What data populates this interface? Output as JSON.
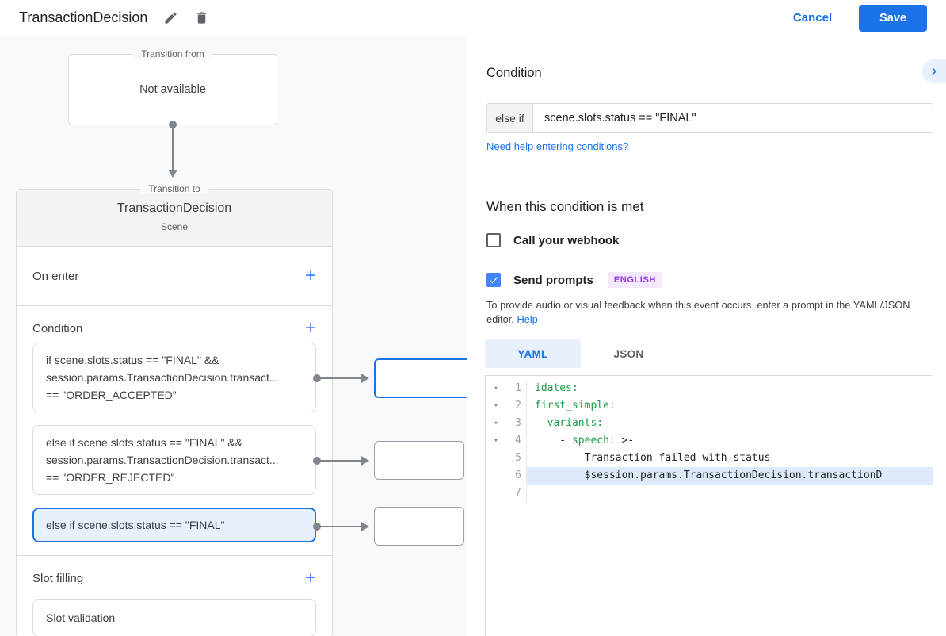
{
  "icons": {
    "add": "+",
    "fold": "▾"
  },
  "header": {
    "title": "TransactionDecision",
    "cancel": "Cancel",
    "save": "Save"
  },
  "canvas": {
    "transition_from": {
      "legend": "Transition from",
      "value": "Not available"
    },
    "scene": {
      "legend": "Transition to",
      "title": "TransactionDecision",
      "type_label": "Scene",
      "on_enter_label": "On enter",
      "condition_label": "Condition",
      "slot_filling_label": "Slot filling",
      "slot_card": "Slot validation",
      "conditions": [
        {
          "text": "if scene.slots.status == \"FINAL\" &&\nsession.params.TransactionDecision.transact...\n== \"ORDER_ACCEPTED\"",
          "selected": false
        },
        {
          "text": "else if scene.slots.status == \"FINAL\" &&\nsession.params.TransactionDecision.transact...\n== \"ORDER_REJECTED\"",
          "selected": false
        },
        {
          "text": "else if scene.slots.status == \"FINAL\"",
          "selected": true
        }
      ]
    }
  },
  "panel": {
    "condition_title": "Condition",
    "else_if_label": "else if",
    "condition_value": "scene.slots.status == \"FINAL\"",
    "help_link": "Need help entering conditions?",
    "when_met_title": "When this condition is met",
    "webhook": {
      "label": "Call your webhook",
      "checked": false
    },
    "prompts": {
      "label": "Send prompts",
      "checked": true,
      "badge": "ENGLISH"
    },
    "feedback_text": "To provide audio or visual feedback when this event occurs, enter a prompt in the YAML/JSON editor.",
    "feedback_help": "Help",
    "tabs": [
      {
        "label": "YAML",
        "active": true
      },
      {
        "label": "JSON",
        "active": false
      }
    ],
    "editor": {
      "lines": [
        {
          "n": "1",
          "text": "idates:",
          "fold": true,
          "selected": false
        },
        {
          "n": "2",
          "text": "first_simple:",
          "fold": true,
          "selected": false
        },
        {
          "n": "3",
          "text": "  variants:",
          "fold": true,
          "selected": false
        },
        {
          "n": "4",
          "text": "    - speech: >-",
          "fold": true,
          "selected": false
        },
        {
          "n": "5",
          "text": "        Transaction failed with status",
          "fold": false,
          "selected": false
        },
        {
          "n": "6",
          "text": "        $session.params.TransactionDecision.transactionD",
          "fold": false,
          "selected": true
        },
        {
          "n": "7",
          "text": "",
          "fold": false,
          "selected": false
        }
      ]
    }
  },
  "colors": {
    "accent": "#1a73e8",
    "yaml_key_green": "#1b9e4b",
    "badge_bg": "#f3e8fd",
    "badge_text": "#9334e6"
  }
}
